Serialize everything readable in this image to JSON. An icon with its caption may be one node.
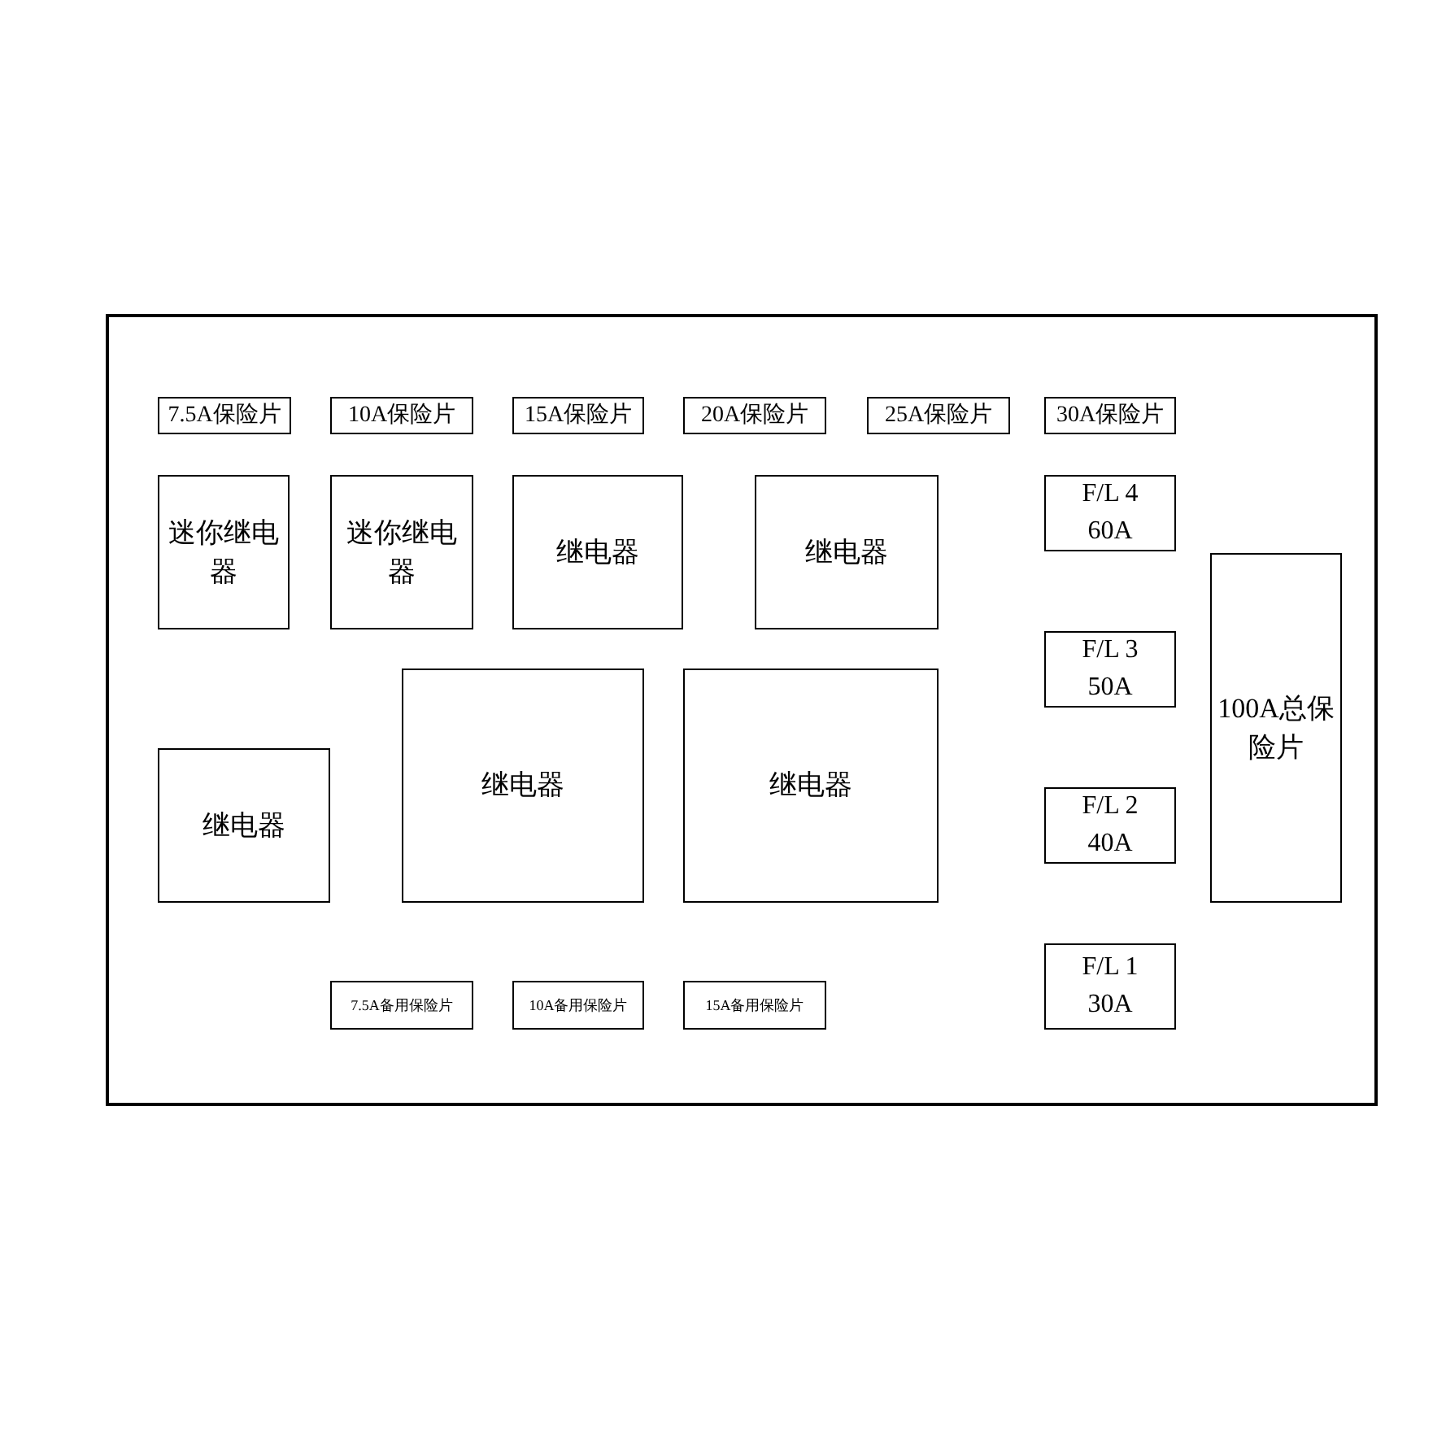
{
  "diagram": {
    "nodes": [
      {
        "text": [],
        "shape": "box"
      },
      {
        "text": [
          "7.5A保险片"
        ],
        "in": 0
      },
      {
        "text": [
          "10A保险片"
        ],
        "in": 0
      },
      {
        "text": [
          "15A保险片"
        ],
        "in": 0
      },
      {
        "text": [
          "20A保险片"
        ],
        "in": 0
      },
      {
        "text": [
          "25A保险片"
        ],
        "in": 0
      },
      {
        "text": [
          "30A保险片"
        ],
        "in": 0
      },
      {
        "text": [
          "迷你继电器"
        ],
        "in": 0
      },
      {
        "text": [
          "迷你继电器"
        ],
        "in": 0
      },
      {
        "text": [
          "继电器"
        ],
        "in": 0
      },
      {
        "text": [
          "继电器"
        ],
        "in": 0
      },
      {
        "text": [
          "F/L 4 60A"
        ],
        "in": 0
      },
      {
        "text": [
          "100A总保险片"
        ],
        "in": 0
      },
      {
        "text": [
          "F/L 3 50A"
        ],
        "in": 0
      },
      {
        "text": [
          "继电器"
        ],
        "in": 0
      },
      {
        "text": [
          "继电器"
        ],
        "in": 0
      },
      {
        "text": [
          "继电器"
        ],
        "in": 0
      },
      {
        "text": [
          "F/L 2 40A"
        ],
        "in": 0
      },
      {
        "text": [
          "F/L 1 30A"
        ],
        "in": 0
      },
      {
        "text": [
          "7.5A备用保险片"
        ],
        "in": 0
      },
      {
        "text": [
          "10A备用保险片"
        ],
        "in": 0
      },
      {
        "text": [
          "15A备用保险片"
        ],
        "in": 0
      }
    ]
  }
}
